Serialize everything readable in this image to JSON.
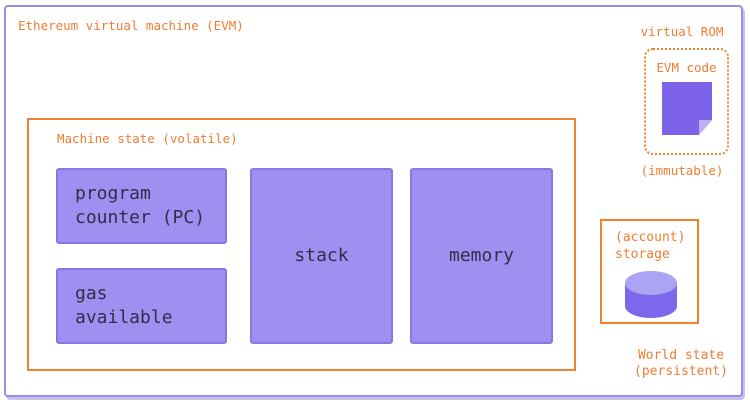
{
  "colors": {
    "accent_orange": "#EF7D33",
    "outer_border_purple": "#968CEB",
    "box_fill_purple": "#9D90F0",
    "box_border_purple": "#8577E5",
    "box_text_dark": "#312E49",
    "note_icon_purple": "#7C63E9",
    "note_fold_light_purple": "#BCB2F4",
    "cylinder_body_purple": "#7B68EA",
    "cylinder_top_light_purple": "#ABA3F3",
    "background": "#FFFFFF"
  },
  "evm": {
    "title": "Ethereum virtual machine (EVM)",
    "machine_state": {
      "title": "Machine state (volatile)",
      "program_counter": "program\ncounter (PC)",
      "gas_available": "gas\navailable",
      "stack": "stack",
      "memory": "memory"
    },
    "virtual_rom": {
      "title": "virtual ROM",
      "code_label": "EVM code",
      "icon": "note-page-icon",
      "note": "(immutable)"
    },
    "world_state": {
      "storage_label": "(account)\nstorage",
      "storage_icon": "database-cylinder-icon",
      "label": "World state\n(persistent)"
    }
  }
}
